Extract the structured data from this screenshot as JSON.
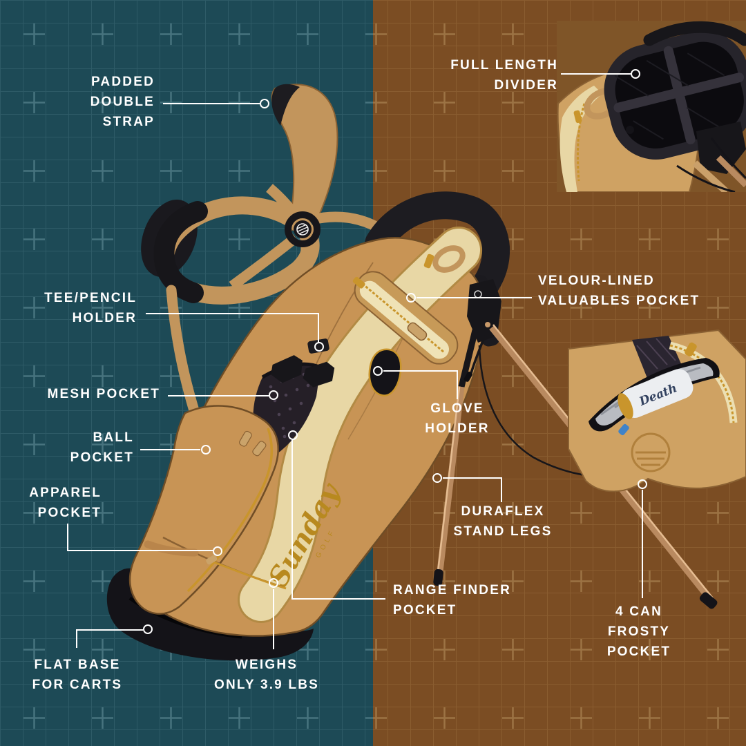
{
  "product": "golf stand bag feature infographic",
  "labels": {
    "padded_double_strap": "PADDED\nDOUBLE\nSTRAP",
    "full_length_divider": "FULL LENGTH\nDIVIDER",
    "tee_pencil_holder": "TEE/PENCIL\nHOLDER",
    "velour_valuables_pocket": "VELOUR-LINED\nVALUABLES POCKET",
    "mesh_pocket": "MESH POCKET",
    "ball_pocket": "BALL\nPOCKET",
    "glove_holder": "GLOVE\nHOLDER",
    "apparel_pocket": "APPAREL\nPOCKET",
    "duraflex_stand_legs": "DURAFLEX\nSTAND LEGS",
    "range_finder_pocket": "RANGE FINDER\nPOCKET",
    "flat_base_for_carts": "FLAT BASE\nFOR CARTS",
    "weighs": "WEIGHS\nONLY 3.9 LBS",
    "four_can_frosty_pocket": "4 CAN\nFROSTY\nPOCKET"
  },
  "weight_shown": "3.9 LBS",
  "brand": {
    "script": "Sunday",
    "sub": "GOLF",
    "can_text": "Death"
  },
  "palette": {
    "teal_bg": "#1d4a56",
    "teal_grid": "#2e5b67",
    "teal_plus": "#47737e",
    "brown_bg": "#7b4d23",
    "brown_grid": "#8a5d30",
    "brown_plus": "#9c7344",
    "inset_bg": "#7f5528",
    "label_text": "#ffffff",
    "connector": "#ffffff",
    "bag_tan": "#c89455",
    "bag_tan_light": "#cfa263",
    "bag_shadow": "#a87c3e",
    "bag_trim": "#6f4d26",
    "cream_panel": "#e8d7a5",
    "cream_zip": "#efe2b6",
    "zipper_gold": "#c9952c",
    "logo_gold": "#b8891f",
    "webbing": "#c2955c",
    "black_parts": "#17161a",
    "mesh_dark": "#251f27",
    "leg_copper": "#b98a60",
    "leg_highlight": "#e6bd92",
    "can_white": "#eceef1",
    "can_blue": "#32415f",
    "liner_silver": "#b9bcc2",
    "pull_blue": "#3f83c9"
  }
}
